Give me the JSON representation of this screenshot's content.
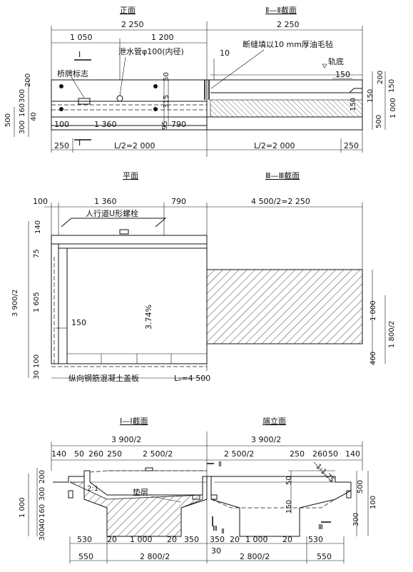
{
  "views": {
    "front": "正面",
    "sec22": "Ⅱ—Ⅱ截面",
    "plan": "平面",
    "sec33": "Ⅲ—Ⅲ截面",
    "sec11": "Ⅰ—Ⅰ截面",
    "end": "端立面"
  },
  "annotations": {
    "joint_fill": "断缝填以10 mm厚油毛毡",
    "joint_width": "10",
    "drain_pipe": "泄水管φ100(内径)",
    "bridge_sign": "桥牌标志",
    "rail_bottom": "轨底",
    "u_bolt": "人行道U形螺栓",
    "cover_plate": "纵向钢筋混凝土盖板",
    "slope_pct": "3.74%",
    "cushion": "垫层",
    "slope_2_1": "2:1",
    "slope_1_175": "1:1.75",
    "section_I": "I",
    "section_II": "Ⅱ",
    "section_III": "Ⅲ"
  },
  "dims": {
    "d2250": "2 250",
    "d2250b": "2 250",
    "d1050": "1 050",
    "d1200": "1 200",
    "d1360": "1 360",
    "d1360b": "1 360",
    "d790": "790",
    "d790b": "790",
    "d95": "95",
    "d315": "315",
    "d50": "50",
    "d100": "100",
    "d100b": "100",
    "d100c": "100",
    "d250": "250",
    "d250b": "250",
    "halfL": "L/2=2 000",
    "halfL2": "L/2=2 000",
    "d200": "200",
    "d300": "300",
    "d160": "160",
    "d40": "40",
    "d500": "500",
    "d300b": "300",
    "d150": "150",
    "d150b": "150",
    "d150c": "150",
    "d150d": "150",
    "d1000": "1 000",
    "d500b": "500",
    "d200b": "200",
    "d4500half": "4 500/2=2 250",
    "d140": "140",
    "d75": "75",
    "d1605": "1 605",
    "d3900half": "3 900/2",
    "d100d": "100",
    "d30": "30",
    "d150e": "150",
    "d1000b": "1 000",
    "d400": "400",
    "d1800half": "1 800/2",
    "L0": "L₀=4 500",
    "s3900a": "3 900/2",
    "s3900b": "3 900/2",
    "s140": "140",
    "s50": "50",
    "s260": "260",
    "s250": "250",
    "s2500a": "2 500/2",
    "s2500b": "2 500/2",
    "s250b": "250",
    "s260b": "260",
    "s50b": "50",
    "s140b": "140",
    "s200": "200",
    "s300": "300",
    "s1000": "1 000",
    "s160": "160",
    "s40": "40",
    "s300b": "300",
    "s530": "530",
    "s1000b": "1 000",
    "s20": "20",
    "s20b": "20",
    "s350": "350",
    "s350b": "350",
    "s20c": "20",
    "s1000c": "1 000",
    "s20d": "20",
    "s530b": "530",
    "s550": "550",
    "s2800a": "2 800/2",
    "s30": "30",
    "s2800b": "2 800/2",
    "s550b": "550",
    "s500": "500",
    "s100": "100",
    "s150": "150",
    "s300c": "300",
    "s50c": "50"
  }
}
